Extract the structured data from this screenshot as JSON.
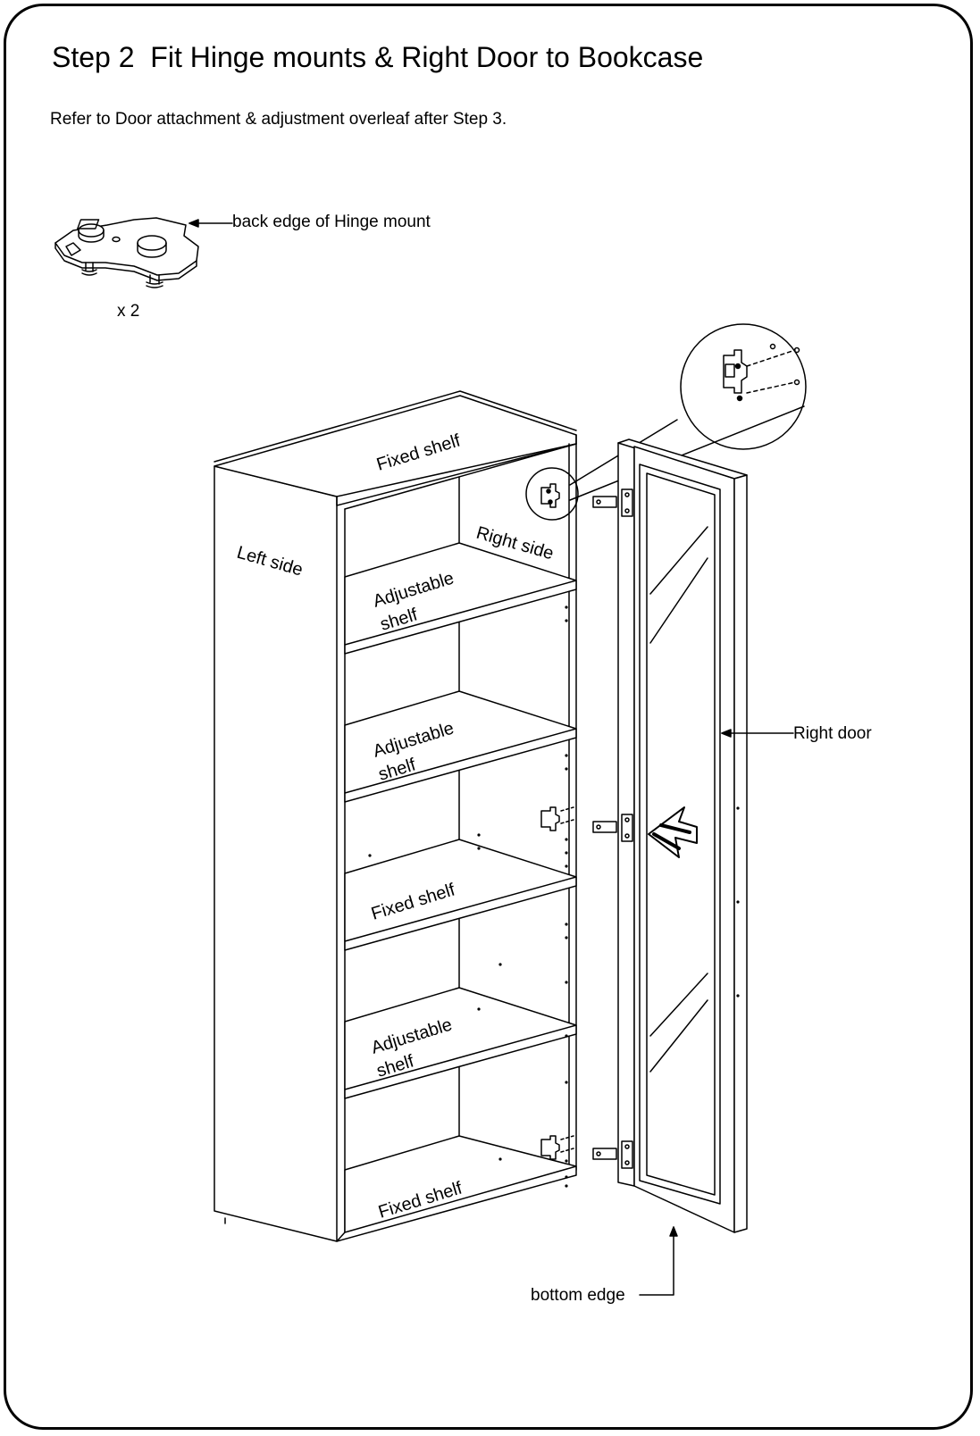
{
  "title": "Step 2  Fit Hinge mounts & Right Door to Bookcase",
  "subtitle": "Refer to Door attachment & adjustment overleaf after Step 3.",
  "hinge_mount": {
    "callout": "back edge of Hinge mount",
    "quantity": "x 2"
  },
  "labels": {
    "fixed_shelf_top": "Fixed shelf",
    "right_side": "Right side",
    "left_side": "Left side",
    "adjustable_shelf_1_line1": "Adjustable",
    "adjustable_shelf_1_line2": "shelf",
    "adjustable_shelf_2_line1": "Adjustable",
    "adjustable_shelf_2_line2": "shelf",
    "fixed_shelf_middle": "Fixed shelf",
    "adjustable_shelf_3_line1": "Adjustable",
    "adjustable_shelf_3_line2": "shelf",
    "fixed_shelf_bottom": "Fixed shelf",
    "right_door": "Right door",
    "bottom_edge": "bottom edge"
  },
  "colors": {
    "line": "#000000",
    "background": "#ffffff"
  }
}
